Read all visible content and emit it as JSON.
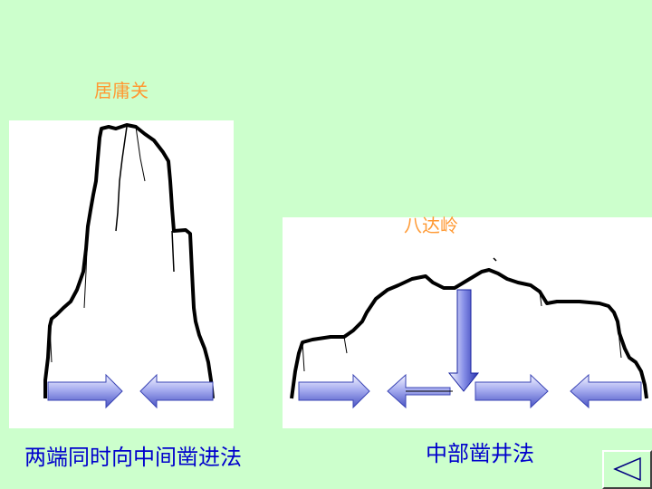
{
  "labels": {
    "left_mountain": "居庸关",
    "right_mountain": "八达岭",
    "left_method": "两端同时向中间凿进法",
    "right_method": "中部凿井法"
  },
  "colors": {
    "background": "#ccffcc",
    "mountain_label": "#ff9933",
    "caption": "#0000cc",
    "arrow_light": "#eef0ff",
    "arrow_dark": "#5a64cc"
  },
  "nav": {
    "icon": "back-triangle-icon"
  }
}
